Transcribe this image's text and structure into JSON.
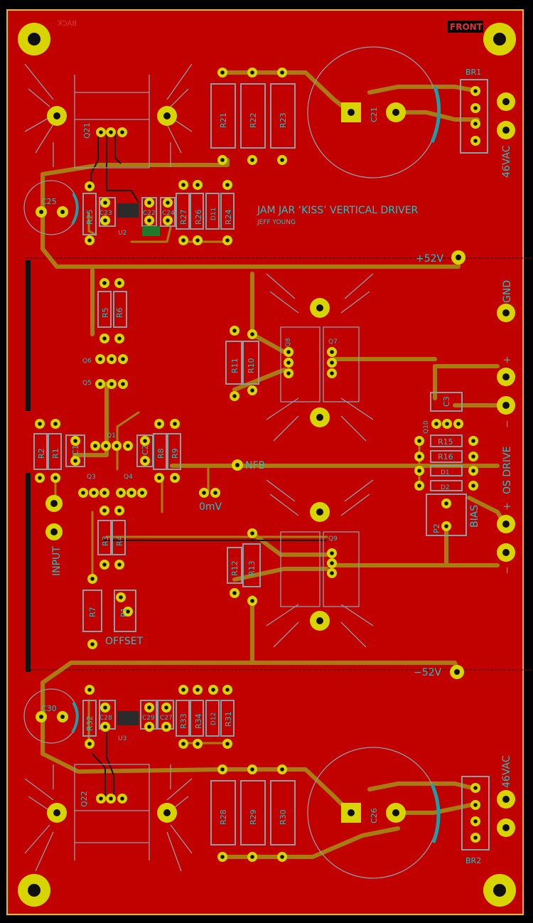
{
  "board": {
    "title": "JAM JAR ‘KISS’ VERTICAL DRIVER",
    "author": "JEFF YOUNG",
    "front_label": "FRONT",
    "back_label": "BACK",
    "colors": {
      "board": "#c10000",
      "outline": "#e8c400",
      "trace": "#a97c12",
      "pad": "#d8d400",
      "silkscreen": "#24c4c4",
      "courtyard": "#8f9ea3"
    }
  },
  "nets": {
    "pos_rail": "+52V",
    "neg_rail": "−52V",
    "nfb": "NFB",
    "zero_mv": "0mV",
    "gnd": "GND",
    "plus": "+",
    "minus": "−",
    "os_drive": "OS DRIVE",
    "bias": "BIAS",
    "input": "INPUT",
    "offset": "OFFSET",
    "ac_top": "46VAC",
    "ac_bottom": "46VAC"
  },
  "components": {
    "resistors": [
      "R1",
      "R2",
      "R3",
      "R4",
      "R5",
      "R6",
      "R7",
      "R8",
      "R9",
      "R10",
      "R11",
      "R12",
      "R13",
      "R15",
      "R16",
      "R21",
      "R22",
      "R23",
      "R24",
      "R25",
      "R26",
      "R27",
      "R28",
      "R29",
      "R30",
      "R31",
      "R32",
      "R33",
      "R34"
    ],
    "capacitors": [
      "C1",
      "C2",
      "C3",
      "C21",
      "C22",
      "C23",
      "C24",
      "C25",
      "C26",
      "C27",
      "C28",
      "C29",
      "C30"
    ],
    "transistors": [
      "Q1",
      "Q3",
      "Q4",
      "Q5",
      "Q6",
      "Q7",
      "Q8",
      "Q9",
      "Q10",
      "Q21",
      "Q22"
    ],
    "diodes": [
      "D1",
      "D2",
      "D11",
      "D12"
    ],
    "ics": [
      "U2",
      "U3"
    ],
    "bridges": [
      "BR1",
      "BR2"
    ],
    "pots": [
      "P1",
      "P2"
    ]
  }
}
